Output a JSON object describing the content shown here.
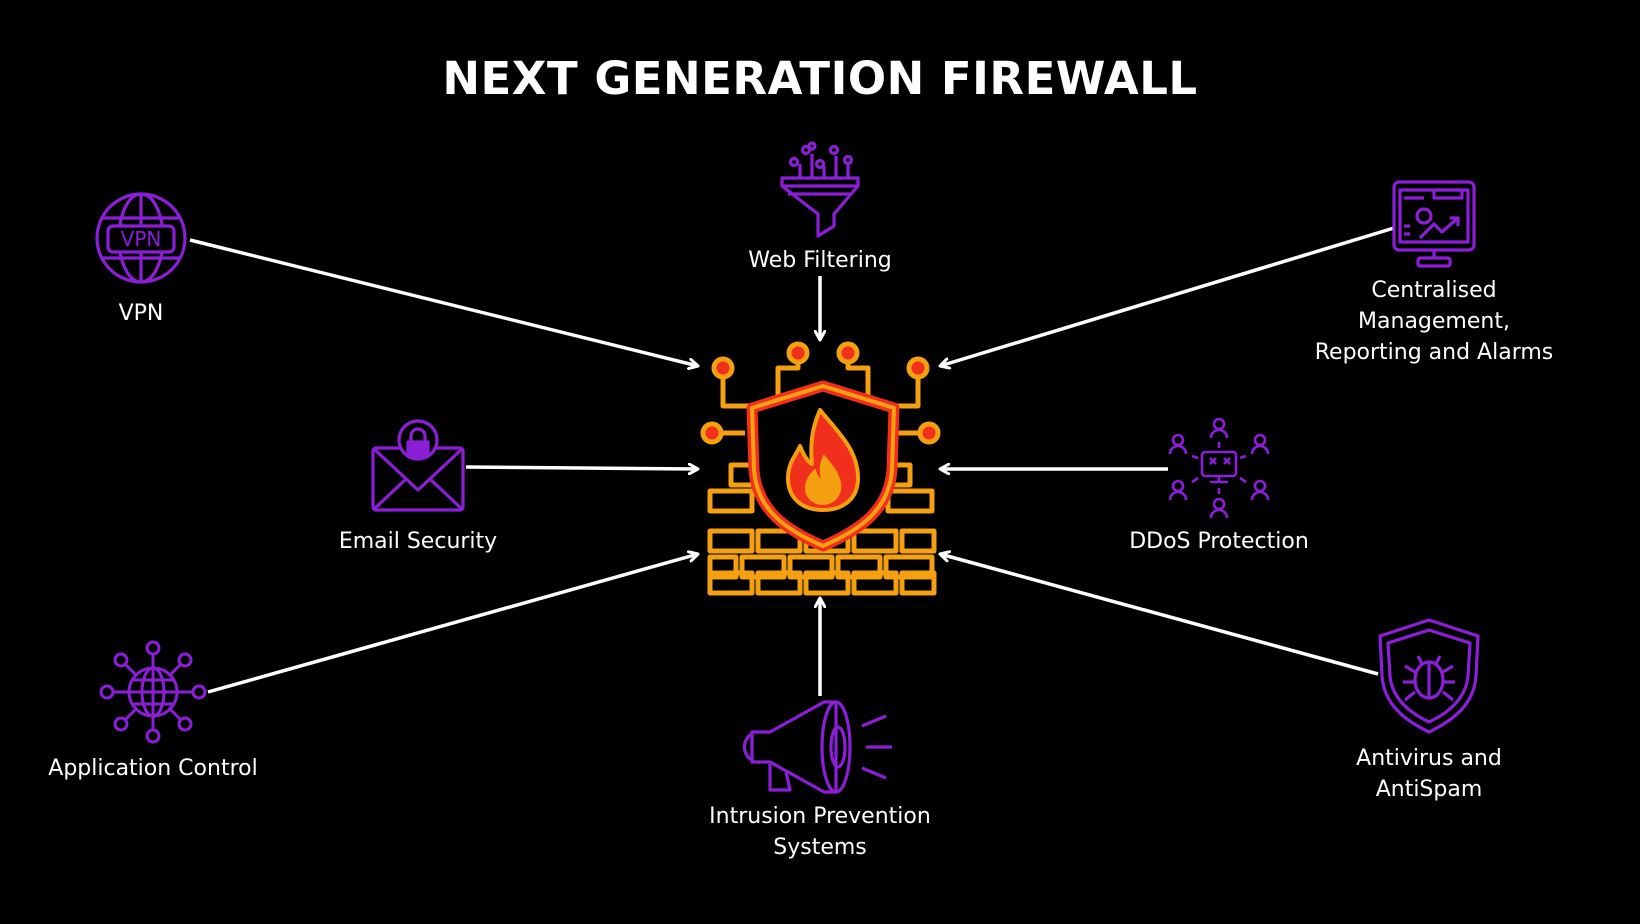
{
  "title": "NEXT GENERATION FIREWALL",
  "center": {
    "name": "firewall"
  },
  "features": [
    {
      "id": "vpn",
      "label": "VPN",
      "icon": "vpn-globe-icon",
      "icon_text": "VPN"
    },
    {
      "id": "web-filtering",
      "label": "Web Filtering",
      "icon": "filter-funnel-icon"
    },
    {
      "id": "central-management",
      "label": "Centralised\nManagement,\nReporting and Alarms",
      "icon": "monitor-dashboard-icon"
    },
    {
      "id": "email-security",
      "label": "Email Security",
      "icon": "lock-envelope-icon"
    },
    {
      "id": "ddos-protection",
      "label": "DDoS Protection",
      "icon": "ddos-network-icon"
    },
    {
      "id": "application-control",
      "label": "Application Control",
      "icon": "globe-network-icon"
    },
    {
      "id": "intrusion-prevention",
      "label": "Intrusion Prevention\nSystems",
      "icon": "megaphone-icon"
    },
    {
      "id": "antivirus-antispam",
      "label": "Antivirus and\nAntiSpam",
      "icon": "shield-bug-icon"
    }
  ],
  "colors": {
    "background": "#000000",
    "text": "#ffffff",
    "icon_purple": "#8a1fd6",
    "firewall_orange": "#f5a011",
    "flame_red": "#f0301c",
    "arrow": "#ffffff"
  }
}
